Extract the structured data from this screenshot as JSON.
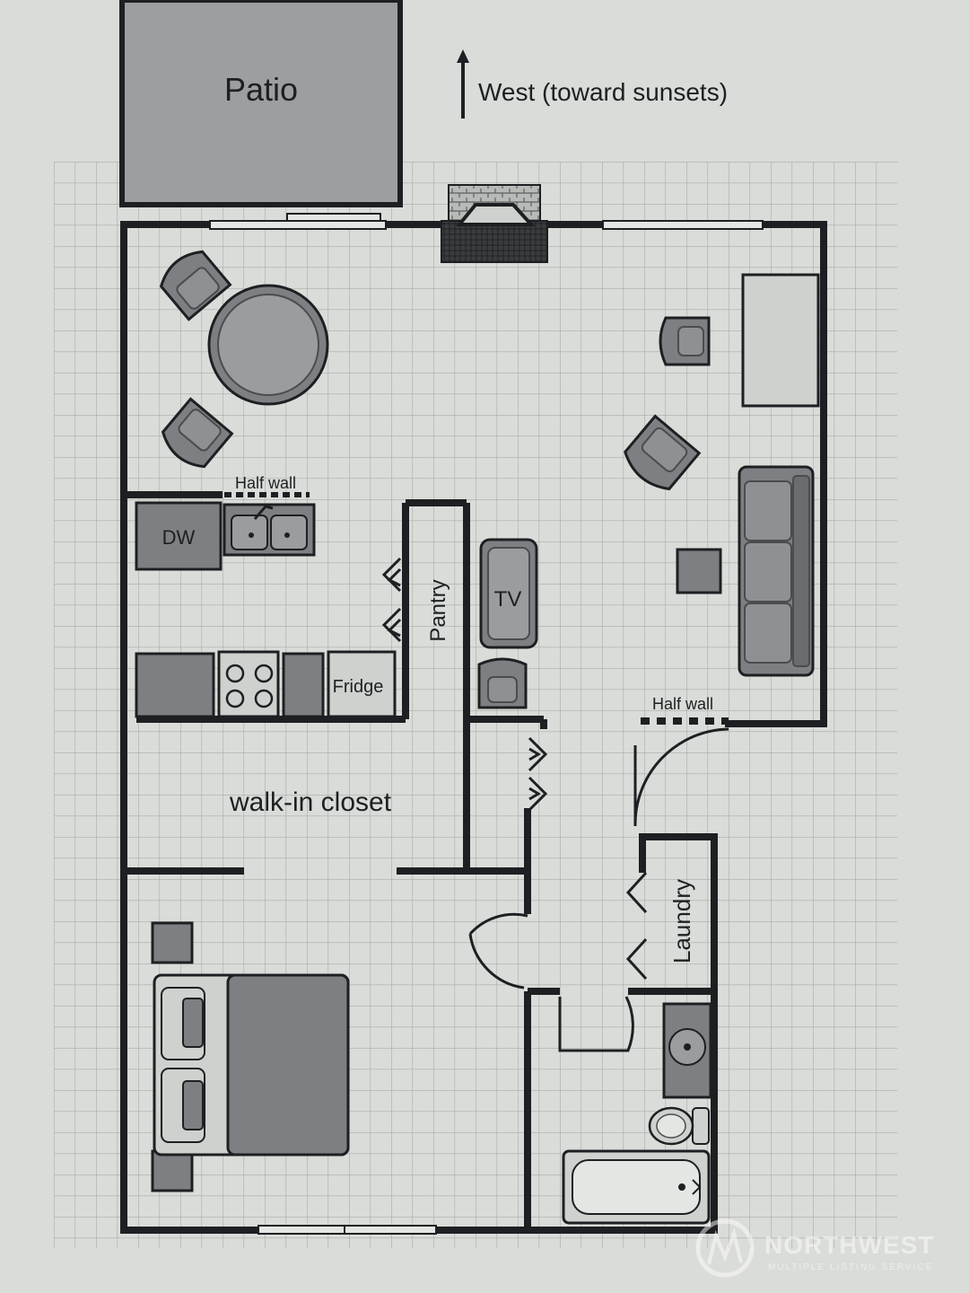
{
  "labels": {
    "patio": "Patio",
    "orientation": "West (toward sunsets)",
    "half_wall_kitchen": "Half wall",
    "dishwasher": "DW",
    "pantry": "Pantry",
    "tv": "TV",
    "fridge": "Fridge",
    "half_wall_living": "Half wall",
    "walk_in_closet": "walk-in closet",
    "laundry": "Laundry"
  },
  "watermark": {
    "brand": "NORTHWEST",
    "subtitle": "MULTIPLE LISTING SERVICE"
  },
  "colors": {
    "paper": "#d9dcd8",
    "grid": "#a9aca8",
    "wall": "#1e1f22",
    "furniture": "#7d8082",
    "furniture_dark": "#55585a",
    "patio": "#9c9ea0"
  }
}
